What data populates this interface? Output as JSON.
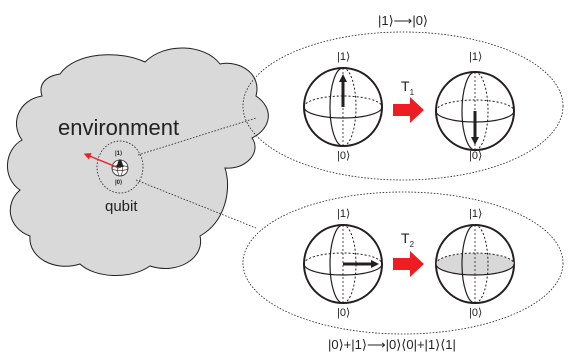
{
  "env_label": "environment",
  "qubit_label": "qubit",
  "small_sphere": {
    "ket_top": "|1⟩",
    "ket_bottom": "|0⟩"
  },
  "relaxation": {
    "title": "|1⟩⟶|0⟩",
    "left_ket_top": "|1⟩",
    "left_ket_bottom": "|0⟩",
    "right_ket_top": "|1⟩",
    "right_ket_bottom": "|0⟩",
    "arrow_label": "T",
    "arrow_sub": "1"
  },
  "dephasing": {
    "title": "|0⟩+|1⟩⟶|0⟩⟨0|+|1⟩⟨1|",
    "left_ket_top": "|1⟩",
    "left_ket_bottom": "|0⟩",
    "right_ket_top": "|1⟩",
    "right_ket_bottom": "|0⟩",
    "arrow_label": "T",
    "arrow_sub": "2"
  },
  "colors": {
    "arrow_red": "#ee1c23",
    "cloud_fill": "#d9d9d9",
    "shade_fill": "#d8d8d8",
    "stroke": "#231f20"
  }
}
